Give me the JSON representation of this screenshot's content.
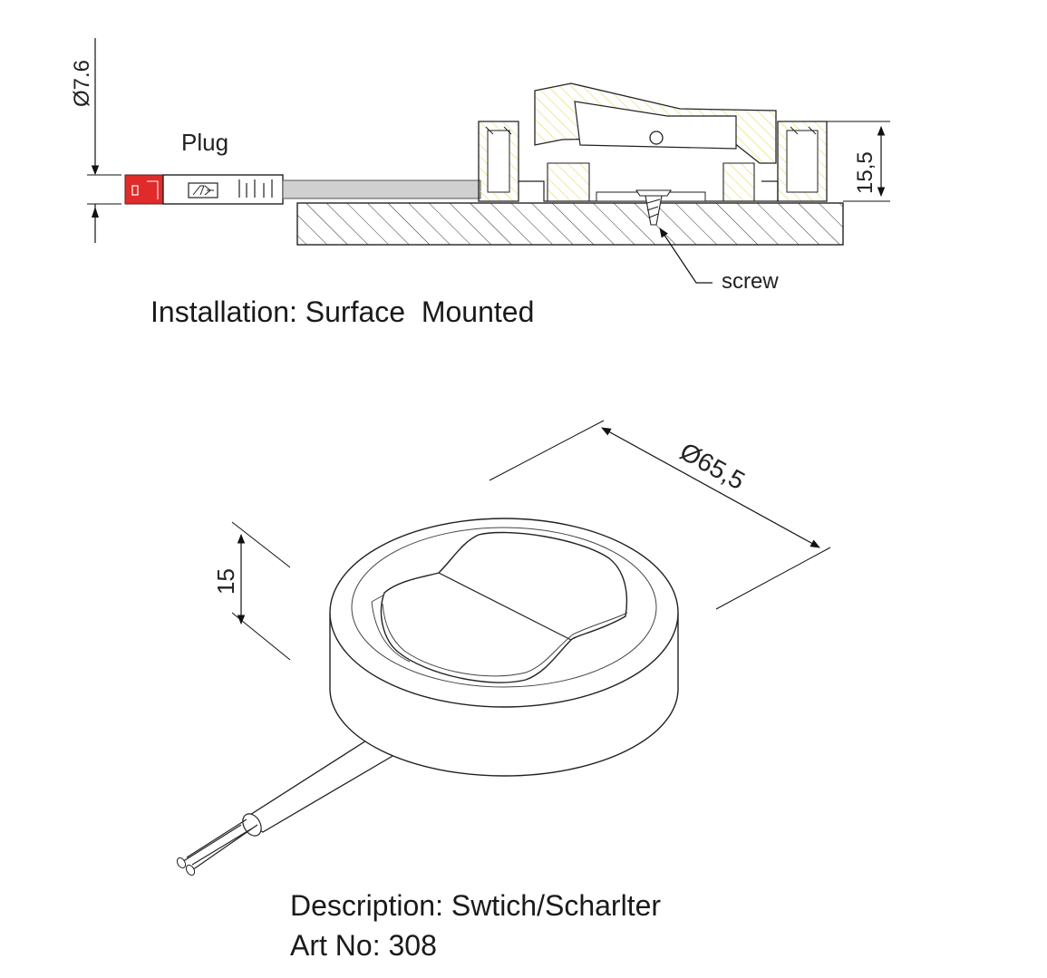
{
  "section_view": {
    "dim_plug_diameter": "Ø7.6",
    "plug_label": "Plug",
    "dim_height": "15,5",
    "screw_label": "screw",
    "caption": "Installation: Surface  Mounted",
    "colors": {
      "plug": "#e02b2b",
      "hatch_yellow": "#e8d860"
    }
  },
  "iso_view": {
    "dim_diameter": "Ø65,5",
    "dim_height": "15"
  },
  "description_line": "Description: Swtich/Scharlter",
  "art_no_line": "Art No: 308"
}
